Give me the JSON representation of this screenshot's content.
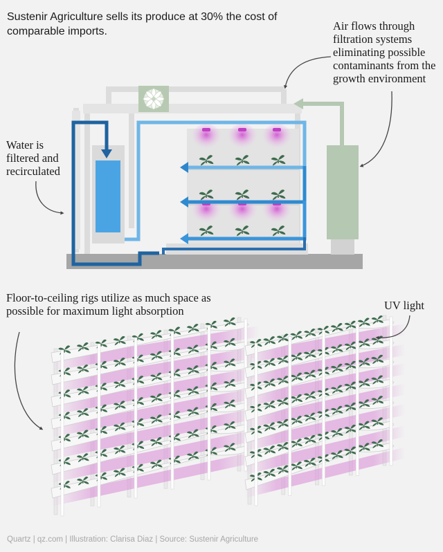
{
  "headline": "Sustenir Agriculture sells its produce at 30% the cost of comparable imports.",
  "annotations": {
    "air": "Air flows through filtration systems eliminating possible contaminants from the growth environment",
    "water": "Water is filtered and recirculated",
    "rigs": "Floor-to-ceiling rigs utilize as much space as possible for maximum light absorption",
    "uv": "UV light"
  },
  "credit": "Quartz | qz.com | Illustration: Clarisa Diaz | Source: Sustenir Agriculture",
  "colors": {
    "background": "#f2f2f2",
    "structure": "#dcdcdc",
    "floor": "#a5a6a5",
    "water_dark": "#1f63a0",
    "water_mid": "#2e8ad0",
    "water_light": "#6fb6e6",
    "filter_tank": "#4aa4e4",
    "air_unit": "#b5c8b2",
    "uv_glow": "#d98ad6",
    "plant": "#3e6b4e"
  },
  "icons": {
    "fan": "fan-icon",
    "plant": "plant-icon",
    "arrow": "curved-arrow-icon"
  }
}
